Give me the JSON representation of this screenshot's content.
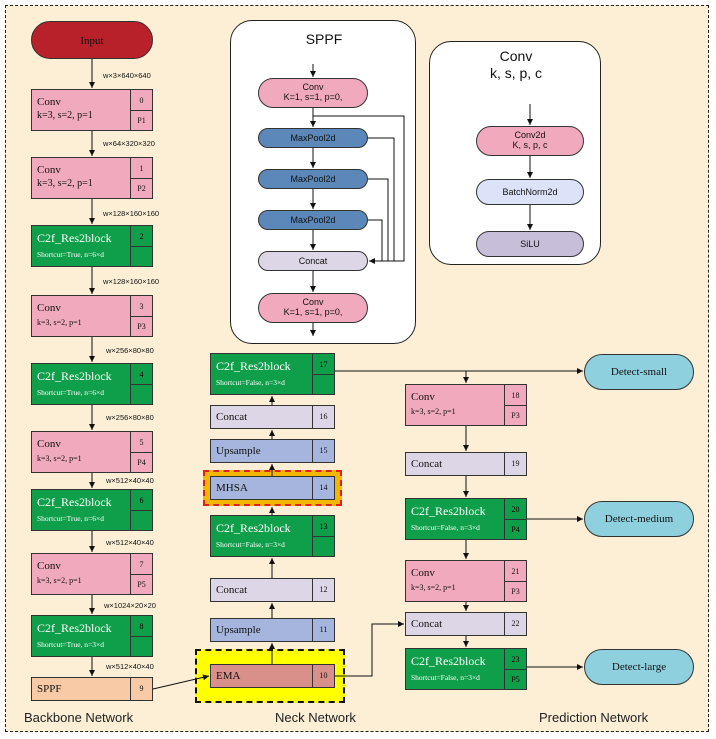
{
  "backbone": {
    "input_label": "Input",
    "nodes": [
      {
        "title": "Conv",
        "sub": "k=3, s=2, p=1",
        "idx": "0",
        "p": "P1"
      },
      {
        "title": "Conv",
        "sub": "k=3, s=2, p=1",
        "idx": "1",
        "p": "P2"
      },
      {
        "title": "C2f_Res2block",
        "sub": "Shortcut=True, n=6×d",
        "idx": "2",
        "p": ""
      },
      {
        "title": "Conv",
        "sub": "k=3, s=2, p=1",
        "idx": "3",
        "p": "P3"
      },
      {
        "title": "C2f_Res2block",
        "sub": "Shortcut=True, n=6×d",
        "idx": "4",
        "p": ""
      },
      {
        "title": "Conv",
        "sub": "k=3, s=2, p=1",
        "idx": "5",
        "p": "P4"
      },
      {
        "title": "C2f_Res2block",
        "sub": "Shortcut=True, n=6×d",
        "idx": "6",
        "p": ""
      },
      {
        "title": "Conv",
        "sub": "k=3, s=2, p=1",
        "idx": "7",
        "p": "P5"
      },
      {
        "title": "C2f_Res2block",
        "sub": "Shortcut=True, n=3×d",
        "idx": "8",
        "p": ""
      },
      {
        "title": "SPPF",
        "sub": "",
        "idx": "9",
        "p": ""
      }
    ],
    "dims": [
      "w×3×640×640",
      "w×64×320×320",
      "w×128×160×160",
      "w×128×160×160",
      "w×256×80×80",
      "w×256×80×80",
      "w×512×40×40",
      "w×512×40×40",
      "w×1024×20×20",
      "w×512×40×40"
    ],
    "section_label": "Backbone Network"
  },
  "neck": {
    "nodes": [
      {
        "title": "EMA",
        "idx": "10"
      },
      {
        "title": "Upsample",
        "idx": "11"
      },
      {
        "title": "Concat",
        "idx": "12"
      },
      {
        "title": "C2f_Res2block",
        "sub": "Shortcut=False, n=3×d",
        "idx": "13"
      },
      {
        "title": "MHSA",
        "idx": "14"
      },
      {
        "title": "Upsample",
        "idx": "15"
      },
      {
        "title": "Concat",
        "idx": "16"
      },
      {
        "title": "C2f_Res2block",
        "sub": "Shortcut=False, n=3×d",
        "idx": "17"
      }
    ],
    "section_label": "Neck Network"
  },
  "prediction": {
    "nodes": [
      {
        "title": "Conv",
        "sub": "k=3, s=2, p=1",
        "idx": "18",
        "p": "P3"
      },
      {
        "title": "Concat",
        "idx": "19"
      },
      {
        "title": "C2f_Res2block",
        "sub": "Shortcut=False, n=3×d",
        "idx": "20",
        "p": "P4"
      },
      {
        "title": "Conv",
        "sub": "k=3, s=2, p=1",
        "idx": "21",
        "p": "P3"
      },
      {
        "title": "Concat",
        "idx": "22"
      },
      {
        "title": "C2f_Res2block",
        "sub": "Shortcut=False, n=3×d",
        "idx": "23",
        "p": "P5"
      }
    ],
    "outputs": [
      "Detect-small",
      "Detect-medium",
      "Detect-large"
    ],
    "section_label": "Prediction Network"
  },
  "sppf_panel": {
    "title": "SPPF",
    "items": [
      "Conv",
      "K=1, s=1, p=0,",
      "MaxPool2d",
      "MaxPool2d",
      "MaxPool2d",
      "Concat",
      "Conv",
      "K=1, s=1, p=0,"
    ]
  },
  "conv_panel": {
    "title_line1": "Conv",
    "title_line2": "k, s, p, c",
    "items": [
      "Conv2d",
      "K, s, p, c",
      "BatchNorm2d",
      "SiLU"
    ]
  },
  "colors": {
    "background": "#fcefd6",
    "input": "#b8202a",
    "conv": "#f0a9bd",
    "c2f": "#0f9f4a",
    "upsample": "#a5b5dd",
    "concat": "#dcd6e6",
    "sppf": "#f8caa6",
    "ema": "#d98f8a",
    "ema_highlight": "#ffff00",
    "mhsa_highlight": "#e02020",
    "detect": "#8fd0de",
    "maxpool": "#5b88b8",
    "batchnorm": "#dce3f8",
    "silu": "#c7bfd9"
  }
}
